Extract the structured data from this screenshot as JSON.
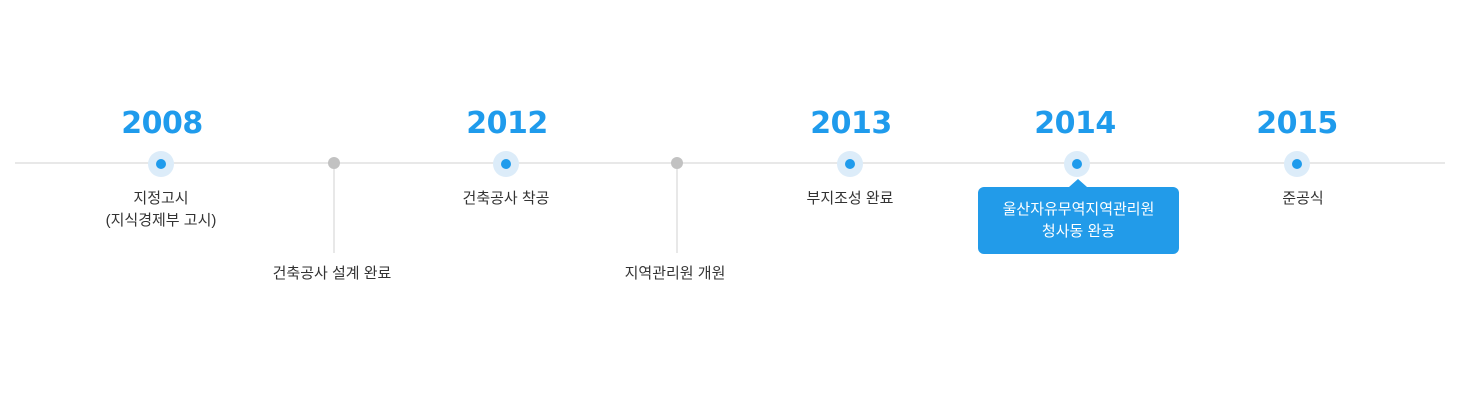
{
  "timeline": {
    "major": [
      {
        "year": "2008",
        "line1": "지정고시",
        "line2": "(지식경제부 고시)"
      },
      {
        "year": "2012",
        "line1": "건축공사 착공",
        "line2": ""
      },
      {
        "year": "2013",
        "line1": "부지조성 완료",
        "line2": ""
      },
      {
        "year": "2014",
        "line1": "울산자유무역지역관리원",
        "line2": "청사동 완공",
        "highlighted": true
      },
      {
        "year": "2015",
        "line1": "준공식",
        "line2": ""
      }
    ],
    "minor": [
      {
        "label": "건축공사 설계 완료"
      },
      {
        "label": "지역관리원 개원"
      }
    ]
  },
  "colors": {
    "accent": "#1f9bec",
    "tooltip": "#229be9",
    "minor_dot": "#c2c2c2"
  }
}
